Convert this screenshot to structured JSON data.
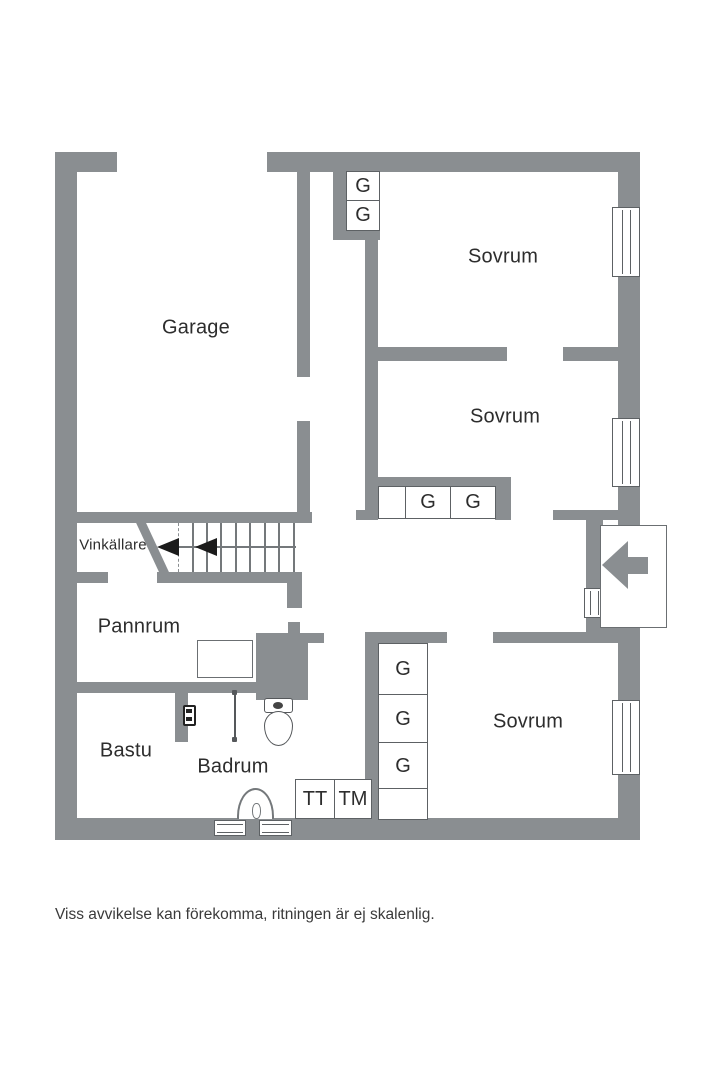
{
  "rooms": {
    "garage": "Garage",
    "sovrum_1": "Sovrum",
    "sovrum_2": "Sovrum",
    "sovrum_3": "Sovrum",
    "vinkallare": "Vinkällare",
    "pannrum": "Pannrum",
    "bastu": "Bastu",
    "badrum": "Badrum"
  },
  "closets": {
    "hall_upper": [
      "G",
      "G"
    ],
    "sovrum_2_row": [
      "",
      "G",
      "G"
    ],
    "sovrum_3_column": [
      "G",
      "G",
      "G",
      ""
    ]
  },
  "appliances": {
    "dryer": "TT",
    "washer": "TM"
  },
  "footnote": "Viss avvikelse kan förekomma, ritningen är ej skalenlig.",
  "icons": [
    "entry-arrow-icon",
    "stairs-direction-arrow-icon",
    "toilet-icon",
    "sink-icon",
    "shower-icon",
    "sauna-heater-icon",
    "boiler-icon",
    "window-icon"
  ],
  "colors": {
    "wall": "#8a8e91",
    "outline": "#5d6164",
    "text": "#2d2d2d",
    "stair_arrow": "#1b1b1b",
    "background": "#ffffff"
  }
}
